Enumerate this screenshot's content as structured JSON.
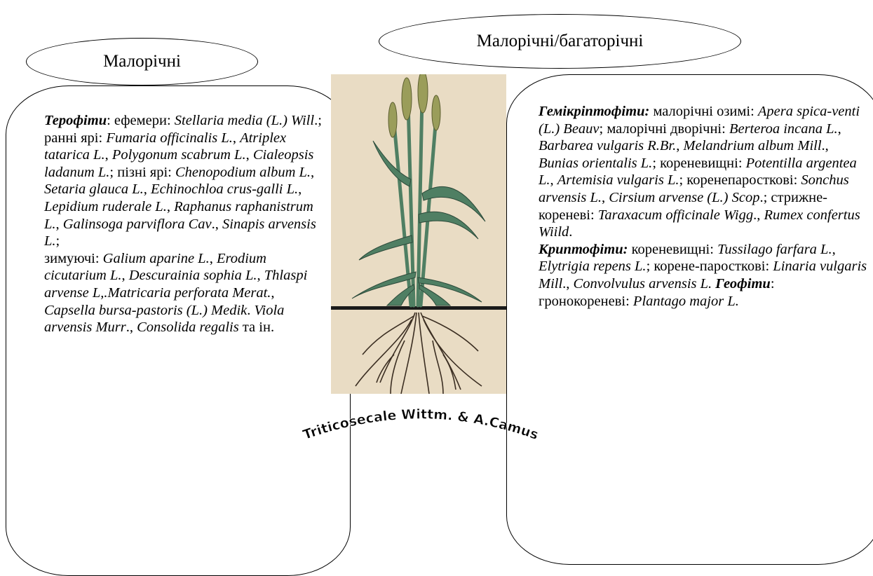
{
  "ellipses": {
    "left": "Малорічні",
    "right": "Малорічні/багаторічні"
  },
  "left_box": {
    "segments": [
      {
        "t": "Терофіти",
        "s": "b"
      },
      {
        "t": ": ефемери: ",
        "s": "n"
      },
      {
        "t": "Stellaria media (L.) Will",
        "s": "i"
      },
      {
        "t": ".; ранні ярі: ",
        "s": "n"
      },
      {
        "t": "Fumaria officinalis L.",
        "s": "i"
      },
      {
        "t": ", ",
        "s": "n"
      },
      {
        "t": "Atriplex tatarica L.",
        "s": "i"
      },
      {
        "t": ", ",
        "s": "n"
      },
      {
        "t": "Polygonum scabrum L.",
        "s": "i"
      },
      {
        "t": ", ",
        "s": "n"
      },
      {
        "t": "Cialeopsis ladanum L.",
        "s": "i"
      },
      {
        "t": "; пізні ярі: ",
        "s": "n"
      },
      {
        "t": "Chenopodium album L.",
        "s": "i"
      },
      {
        "t": ", ",
        "s": "n"
      },
      {
        "t": "Setaria glauca L.",
        "s": "i"
      },
      {
        "t": ", ",
        "s": "n"
      },
      {
        "t": "Echinochloa crus-galli L.",
        "s": "i"
      },
      {
        "t": ", ",
        "s": "n"
      },
      {
        "t": "Lepidium ruderale L.",
        "s": "i"
      },
      {
        "t": ", ",
        "s": "n"
      },
      {
        "t": "Raphanus raphanistrum L.",
        "s": "i"
      },
      {
        "t": ", ",
        "s": "n"
      },
      {
        "t": "Galinsoga parviflora Cav",
        "s": "i"
      },
      {
        "t": "., ",
        "s": "n"
      },
      {
        "t": "Sinapis arvensis L.",
        "s": "i"
      },
      {
        "t": ";\nзимуючі: ",
        "s": "n"
      },
      {
        "t": "Galium aparine L.",
        "s": "i"
      },
      {
        "t": ", ",
        "s": "n"
      },
      {
        "t": "Erodium cicutarium L.",
        "s": "i"
      },
      {
        "t": ", ",
        "s": "n"
      },
      {
        "t": "Descurainia sophia L.",
        "s": "i"
      },
      {
        "t": ", ",
        "s": "n"
      },
      {
        "t": "Thlaspi arvense L,.Matricaria perforata Merat.",
        "s": "i"
      },
      {
        "t": ", ",
        "s": "n"
      },
      {
        "t": "Capsella bursa-pastoris (L.) Medik",
        "s": "i"
      },
      {
        "t": ". ",
        "s": "n"
      },
      {
        "t": "Viola arvensis Murr",
        "s": "i"
      },
      {
        "t": "., ",
        "s": "n"
      },
      {
        "t": "Consolida regalis",
        "s": "i"
      },
      {
        "t": " та ін.",
        "s": "n"
      }
    ]
  },
  "right_box": {
    "segments": [
      {
        "t": "Гемікріптофіти:",
        "s": "b"
      },
      {
        "t": " малорічні озимі: ",
        "s": "n"
      },
      {
        "t": "Apera spica-venti (L.) Beauv",
        "s": "i"
      },
      {
        "t": "; малорічні дворічні: ",
        "s": "n"
      },
      {
        "t": "Berteroa incana L.",
        "s": "i"
      },
      {
        "t": ", ",
        "s": "n"
      },
      {
        "t": "Barbarea vulgaris R.Br.",
        "s": "i"
      },
      {
        "t": ", ",
        "s": "n"
      },
      {
        "t": "Melandrium album Mill",
        "s": "i"
      },
      {
        "t": "., ",
        "s": "n"
      },
      {
        "t": "Bunias orientalis L.",
        "s": "i"
      },
      {
        "t": "; кореневищні: ",
        "s": "n"
      },
      {
        "t": "Potentilla argentea L.",
        "s": "i"
      },
      {
        "t": ", ",
        "s": "n"
      },
      {
        "t": "Artemisia vulgaris L.",
        "s": "i"
      },
      {
        "t": "; коренепаросткові: ",
        "s": "n"
      },
      {
        "t": "Sonchus arvensis L.",
        "s": "i"
      },
      {
        "t": ", ",
        "s": "n"
      },
      {
        "t": "Cirsium arvense (L.) Scop",
        "s": "i"
      },
      {
        "t": ".; стрижне- кореневі: ",
        "s": "n"
      },
      {
        "t": "Taraxacum officinale Wigg",
        "s": "i"
      },
      {
        "t": "., ",
        "s": "n"
      },
      {
        "t": "Rumex confertus Wiild",
        "s": "i"
      },
      {
        "t": ".\n",
        "s": "n"
      },
      {
        "t": "Криптофіти:",
        "s": "b"
      },
      {
        "t": " кореневищні: ",
        "s": "n"
      },
      {
        "t": "Tussilago farfara L.",
        "s": "i"
      },
      {
        "t": ", ",
        "s": "n"
      },
      {
        "t": "Elytrigia repens L.",
        "s": "i"
      },
      {
        "t": "; корене-паросткові: ",
        "s": "n"
      },
      {
        "t": "Linaria vulgaris Mill",
        "s": "i"
      },
      {
        "t": "., ",
        "s": "n"
      },
      {
        "t": "Convolvulus arvensis L.",
        "s": "i"
      },
      {
        "t": " ",
        "s": "n"
      },
      {
        "t": "Геофіти",
        "s": "b"
      },
      {
        "t": ": гронокореневі: ",
        "s": "n"
      },
      {
        "t": "Plantago major L.",
        "s": "i"
      }
    ]
  },
  "center": {
    "caption": "Triticosecale Wittm. & A.Camus",
    "colors": {
      "paper": "#e9dcc4",
      "leaf": "#4f7f63",
      "leaf_dark": "#2c4a3a",
      "ear": "#9a9d5a",
      "root": "#3b2e22"
    }
  }
}
